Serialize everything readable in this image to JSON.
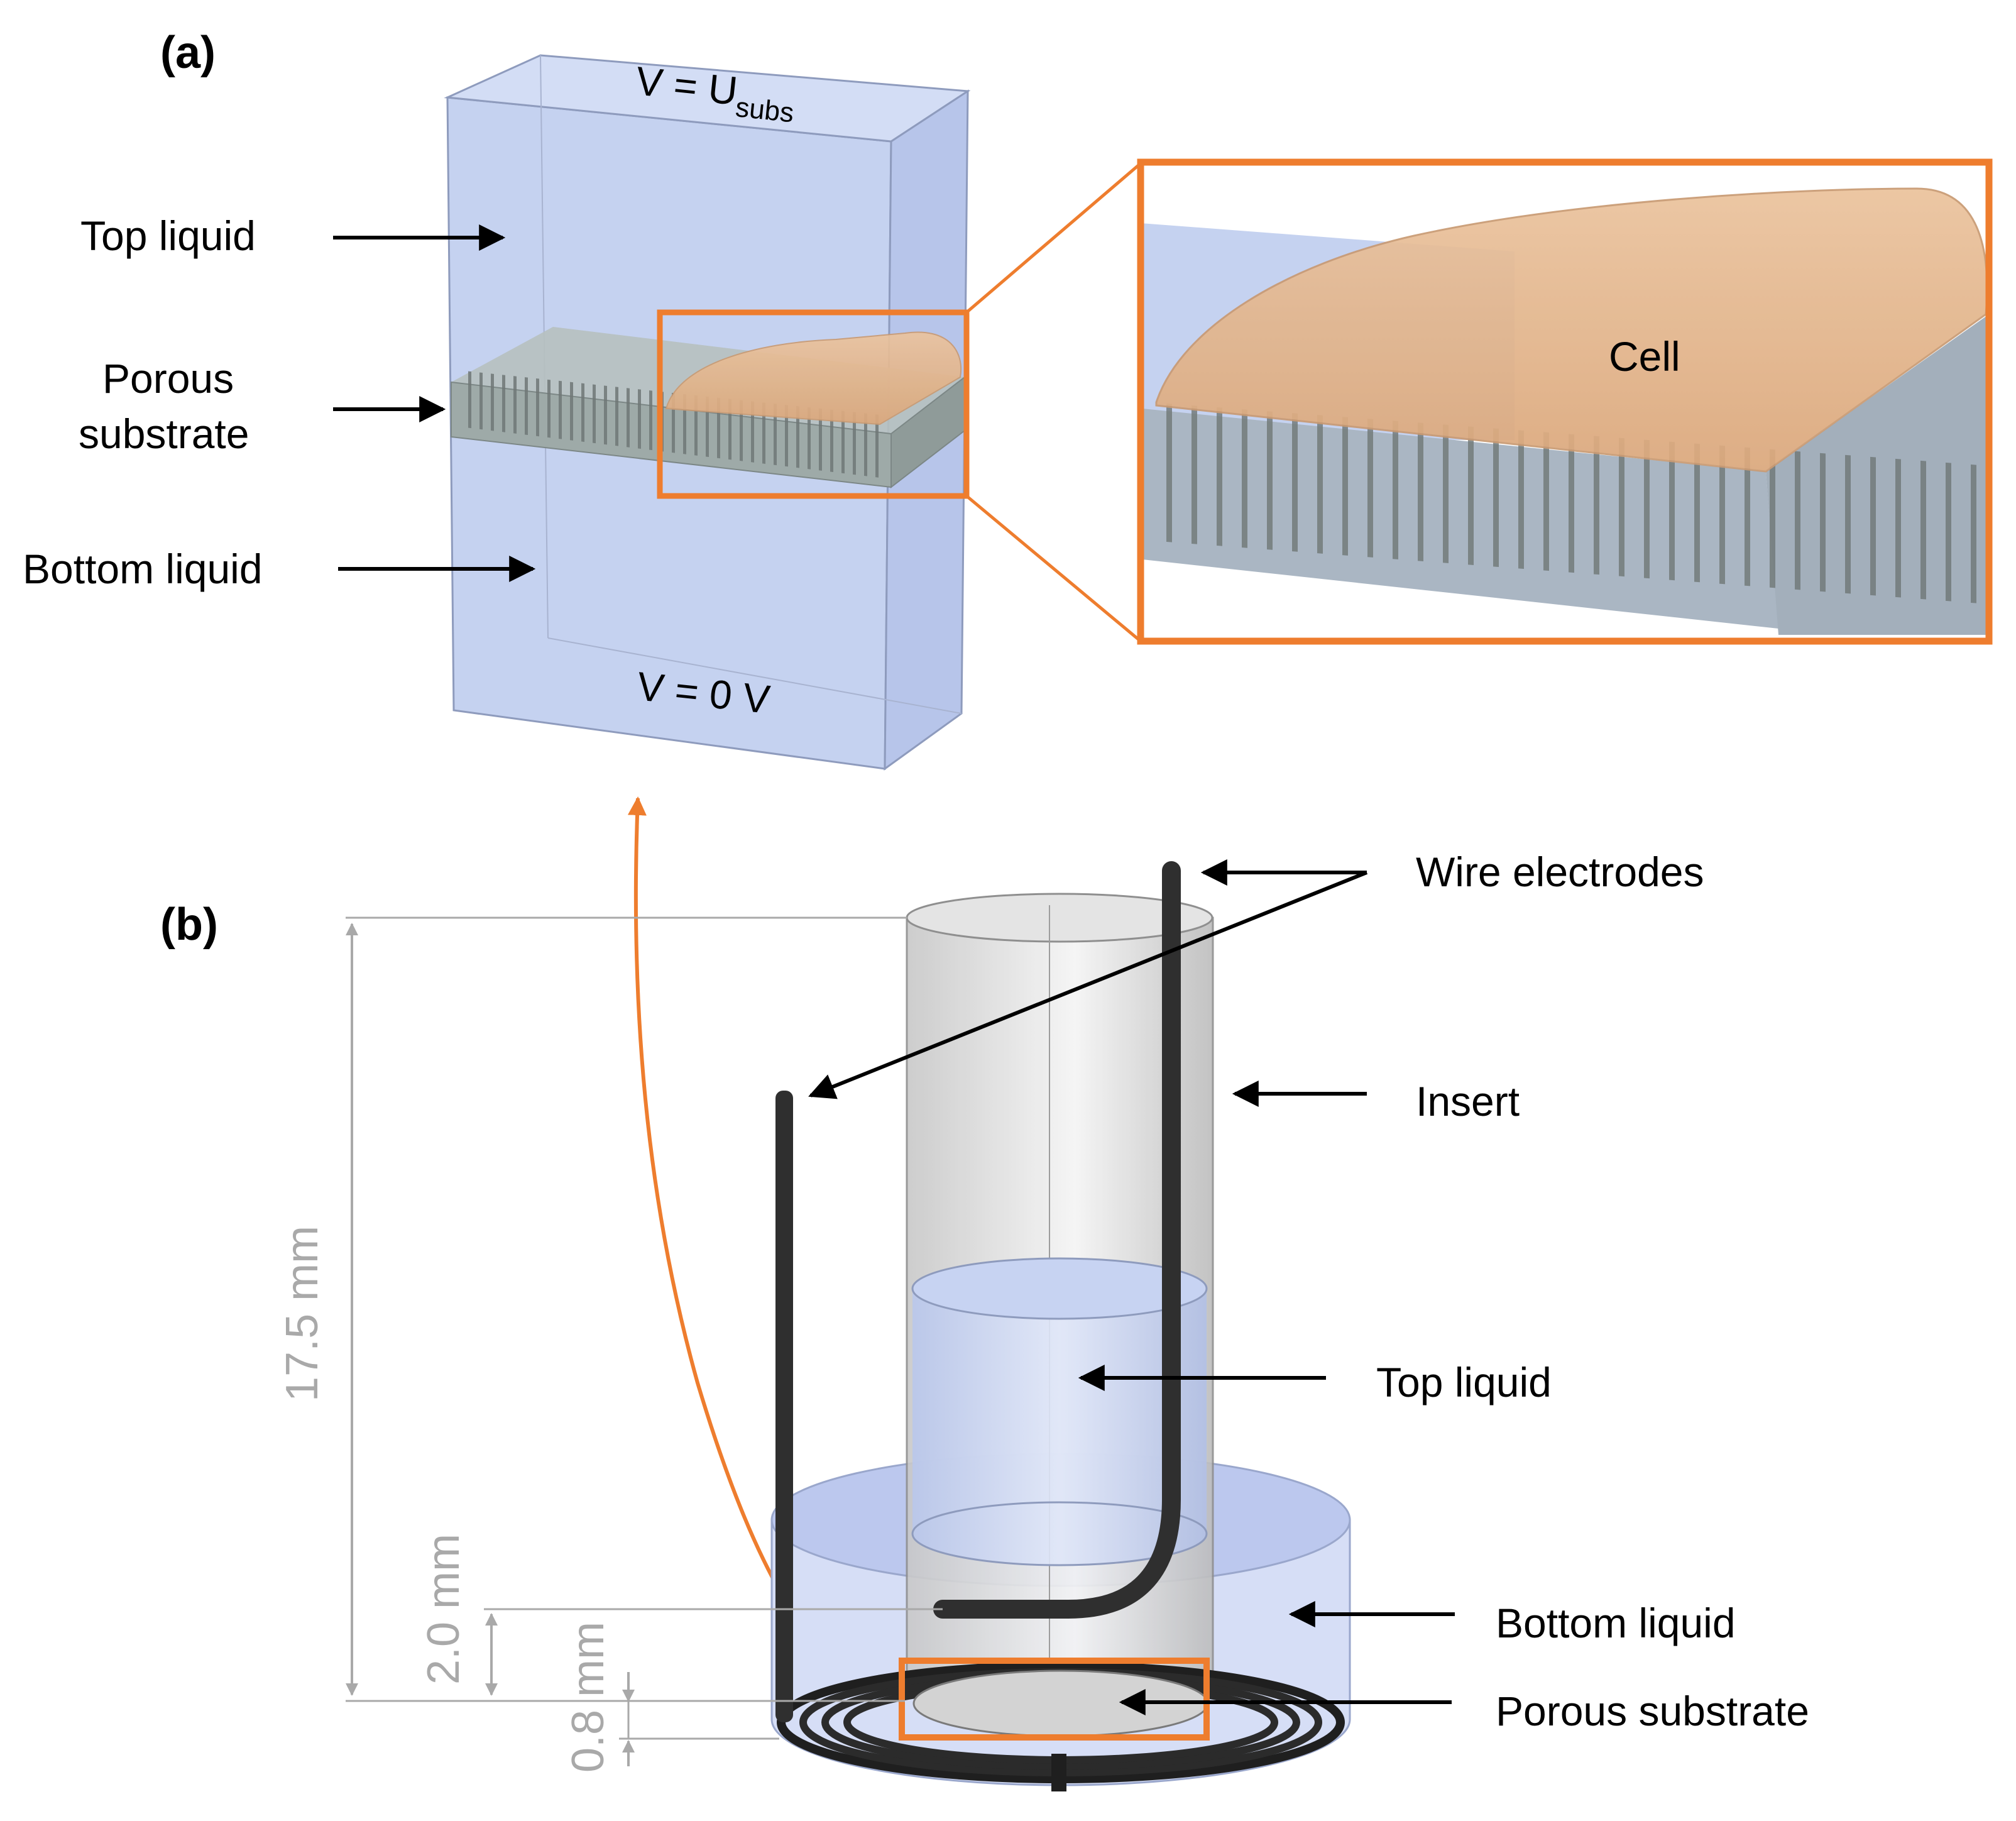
{
  "panel_a": {
    "panel_label": "(a)",
    "boundary_top_prefix": "V = U",
    "boundary_top_sub": "subs",
    "boundary_bottom": "V = 0 V",
    "label_top_liquid": "Top liquid",
    "label_porous_line1": "Porous",
    "label_porous_line2": "substrate",
    "label_bottom_liquid": "Bottom liquid",
    "zoom_label_cell": "Cell"
  },
  "panel_b": {
    "panel_label": "(b)",
    "label_wire_electrodes": "Wire electrodes",
    "label_insert": "Insert",
    "label_top_liquid": "Top liquid",
    "label_bottom_liquid": "Bottom liquid",
    "label_porous_substrate": "Porous substrate",
    "dim_total_height": "17.5 mm",
    "dim_insert_offset": "2.0 mm",
    "dim_substrate_offset": "0.8 mm"
  },
  "colors": {
    "liquid_fill": "#c5d2f0",
    "substrate_fill": "#9eaaa8",
    "cell_fill": "#e8b98f",
    "highlight": "#ee7d2e",
    "dimension": "#a9a9a9",
    "electrode": "#2b2b2b"
  }
}
